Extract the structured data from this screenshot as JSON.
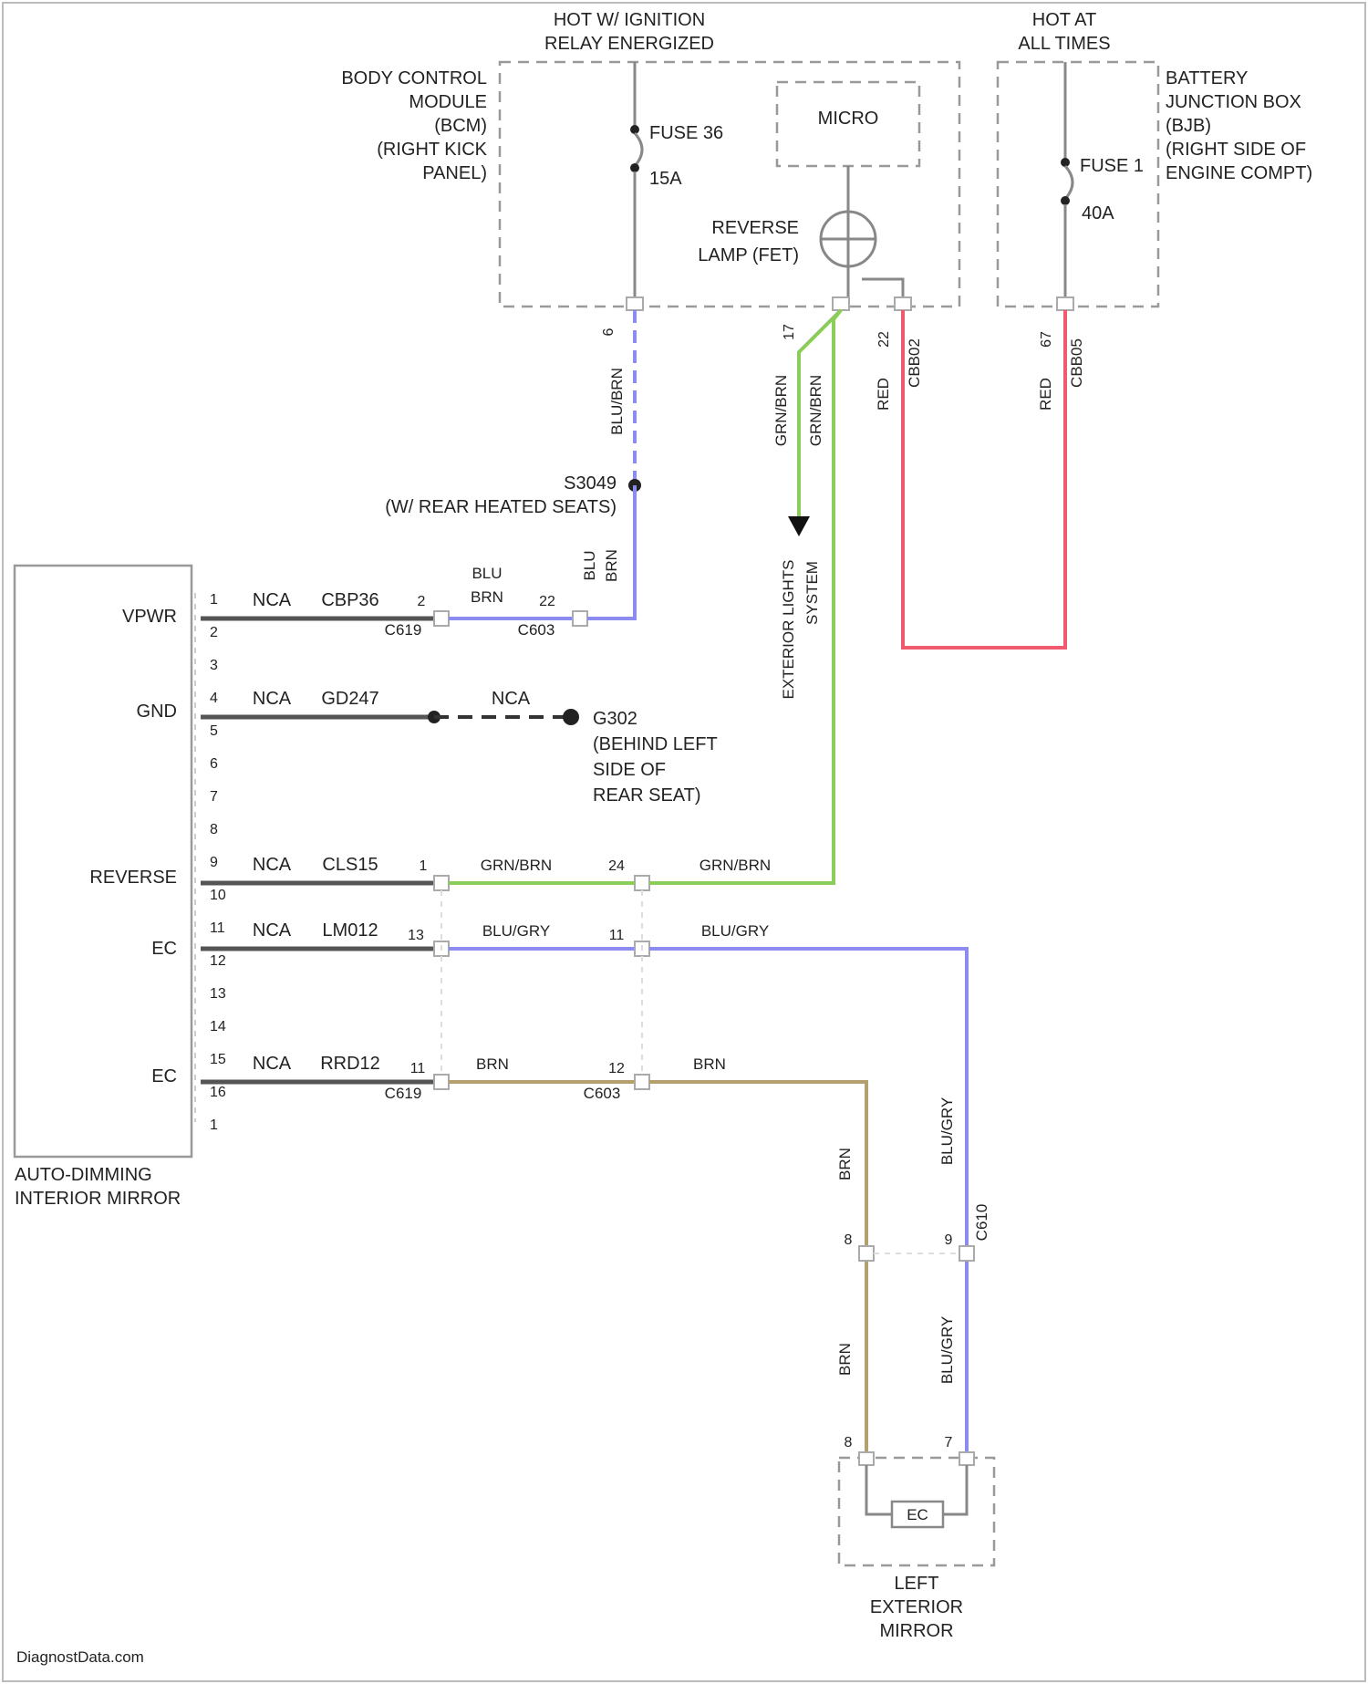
{
  "top_labels": {
    "hot_ign": [
      "HOT W/ IGNITION",
      "RELAY ENERGIZED"
    ],
    "hot_all": [
      "HOT AT",
      "ALL TIMES"
    ]
  },
  "bcm": {
    "name": [
      "BODY CONTROL",
      "MODULE",
      "(BCM)",
      "(RIGHT KICK",
      "PANEL)"
    ],
    "fuse": "FUSE 36",
    "fuse_rating": "15A",
    "micro": "MICRO",
    "fet": [
      "REVERSE",
      "LAMP (FET)"
    ]
  },
  "bjb": {
    "name": [
      "BATTERY",
      "JUNCTION BOX",
      "(BJB)",
      "(RIGHT SIDE OF",
      "ENGINE COMPT)"
    ],
    "fuse": "FUSE 1",
    "fuse_rating": "40A"
  },
  "wire_labels": {
    "pin6": "6",
    "blu_brn_vert": "BLU/BRN",
    "pin17": "17",
    "grn_brn_a": "GRN/BRN",
    "grn_brn_b": "GRN/BRN",
    "pin22": "22",
    "red_a": "RED",
    "cbb02": "CBB02",
    "pin67": "67",
    "red_b": "RED",
    "cbb05": "CBB05",
    "splice_s": "S3049",
    "splice_note": "(W/ REAR HEATED SEATS)",
    "blu_brn_2": [
      "BLU",
      "BRN"
    ],
    "blu_brn_side": [
      "BLU",
      "BRN"
    ],
    "ext_lights": [
      "EXTERIOR LIGHTS",
      "SYSTEM"
    ]
  },
  "mirror": {
    "name": [
      "AUTO-DIMMING",
      "INTERIOR MIRROR"
    ],
    "row_labels": {
      "vpwr": "VPWR",
      "gnd": "GND",
      "reverse": "REVERSE",
      "ec1": "EC",
      "ec2": "EC"
    },
    "pins": [
      "1",
      "2",
      "3",
      "4",
      "5",
      "6",
      "7",
      "8",
      "9",
      "10",
      "11",
      "12",
      "13",
      "14",
      "15",
      "16",
      "1"
    ]
  },
  "circuits": {
    "vpwr": {
      "nca": "NCA",
      "circuit": "CBP36",
      "pin_a": "2",
      "conn_a": "C619",
      "wire": [
        "BLU",
        "BRN"
      ],
      "pin_b": "22",
      "conn_b": "C603"
    },
    "gnd": {
      "nca": "NCA",
      "circuit": "GD247",
      "nca2": "NCA",
      "ground": [
        "G302",
        "(BEHIND LEFT",
        "SIDE OF",
        "REAR SEAT)"
      ]
    },
    "reverse": {
      "nca": "NCA",
      "circuit": "CLS15",
      "pin_a": "1",
      "wire1": "GRN/BRN",
      "pin_b": "24",
      "wire2": "GRN/BRN"
    },
    "ec1": {
      "nca": "NCA",
      "circuit": "LM012",
      "pin_a": "13",
      "wire1": "BLU/GRY",
      "pin_b": "11",
      "wire2": "BLU/GRY"
    },
    "ec2": {
      "nca": "NCA",
      "circuit": "RRD12",
      "pin_a": "11",
      "conn_a": "C619",
      "wire1": "BRN",
      "pin_b": "12",
      "conn_b": "C603",
      "wire2": "BRN"
    }
  },
  "lower": {
    "brn_a": "BRN",
    "blu_gry_a": "BLU/GRY",
    "conn": "C610",
    "pin_l": "8",
    "pin_r": "9",
    "brn_b": "BRN",
    "blu_gry_b": "BLU/GRY",
    "pin_bl": "8",
    "pin_br": "7",
    "ec": "EC",
    "left_mirror": [
      "LEFT",
      "EXTERIOR",
      "MIRROR"
    ]
  },
  "watermark": "DiagnostData.com",
  "colors": {
    "blue": "#8c8cf0",
    "green": "#8ccc5a",
    "red": "#f05a6e",
    "brown": "#b4a06e",
    "ground": "#555555"
  }
}
